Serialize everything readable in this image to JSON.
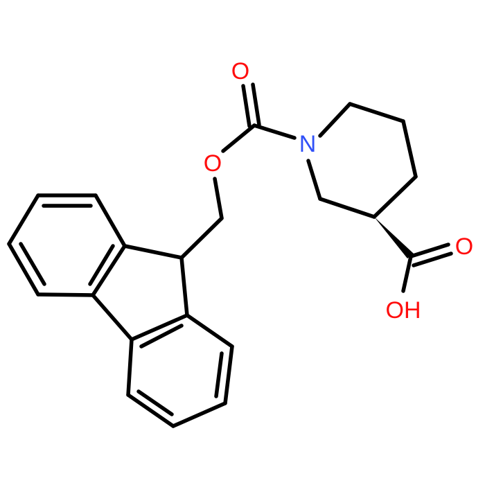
{
  "molecule": {
    "atoms": {
      "carbonyl_oxygen": {
        "symbol": "O",
        "color": "#ff0d0d"
      },
      "ester_oxygen": {
        "symbol": "O",
        "color": "#ff0d0d"
      },
      "ring_nitrogen": {
        "symbol": "N",
        "color": "#3050f8"
      },
      "acid_carbonyl_oxygen": {
        "symbol": "O",
        "color": "#ff0d0d"
      },
      "hydroxyl": {
        "symbol": "OH",
        "color": "#ff0d0d"
      }
    },
    "stereo": {
      "bond": "C3-COOH",
      "type": "wedge"
    },
    "colors": {
      "bond": "#000000",
      "background": "#ffffff"
    }
  }
}
